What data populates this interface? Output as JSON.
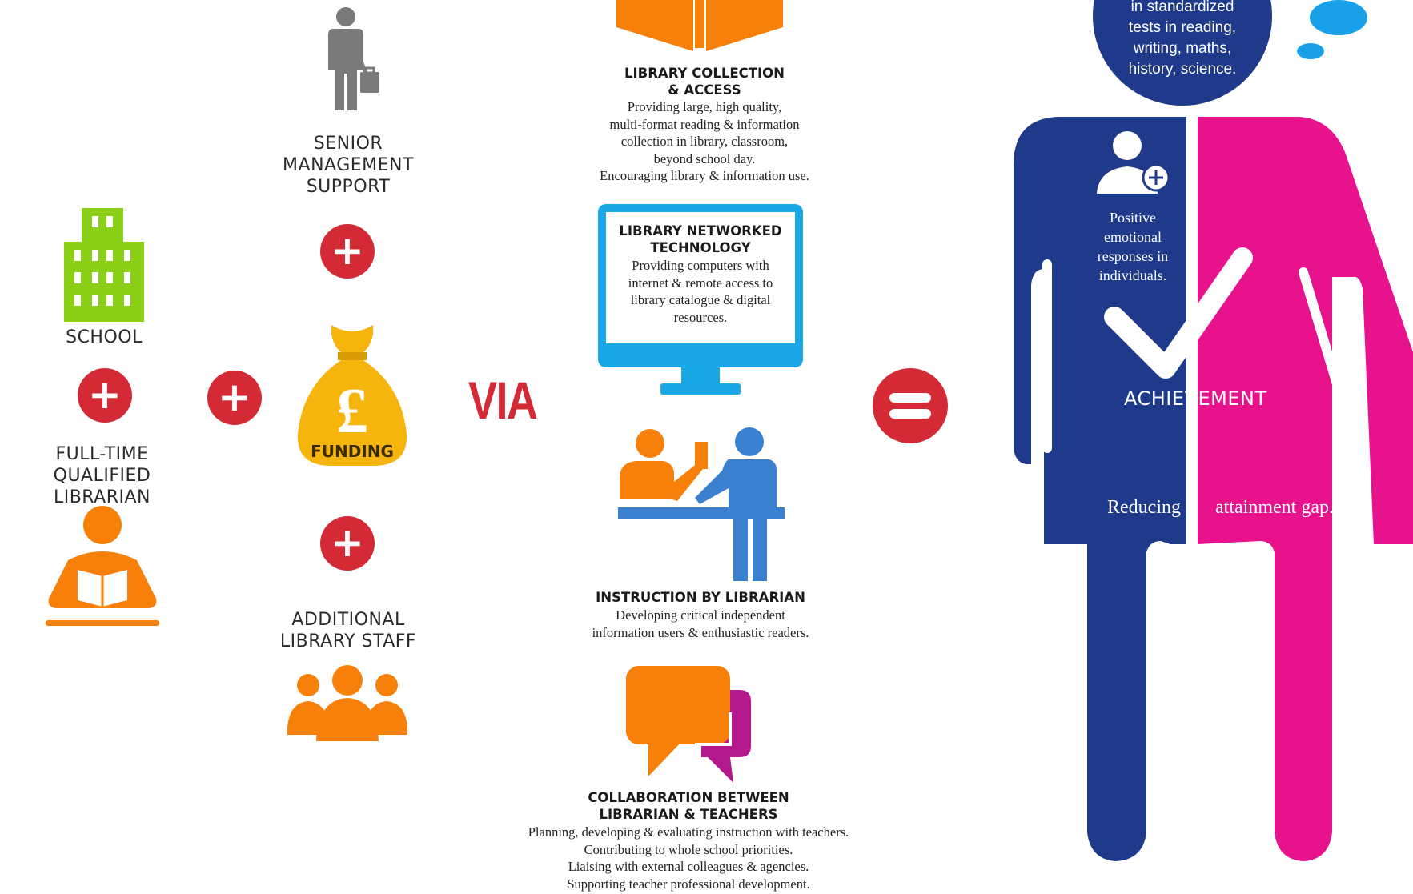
{
  "left": {
    "senior_management": "SENIOR\nMANAGEMENT\nSUPPORT",
    "school": "SCHOOL",
    "librarian": "FULL-TIME QUALIFIED\nLIBRARIAN",
    "funding": "FUNDING",
    "additional_staff": "ADDITIONAL\nLIBRARY STAFF",
    "plus_symbol": "+",
    "via": "VIA",
    "equals_symbol": "="
  },
  "middle": {
    "collection_title": "LIBRARY COLLECTION\n& ACCESS",
    "collection_desc": "Providing large, high quality,\nmulti-format reading & information\ncollection in library, classroom,\nbeyond school day.\nEncouraging library & information use.",
    "technology_title": "LIBRARY NETWORKED\nTECHNOLOGY",
    "technology_desc": "Providing computers with\ninternet & remote access to\nlibrary catalogue & digital\nresources.",
    "instruction_title": "INSTRUCTION BY LIBRARIAN",
    "instruction_desc": "Developing critical independent\ninformation users & enthusiastic readers.",
    "collaboration_title": "COLLABORATION BETWEEN\nLIBRARIAN & TEACHERS",
    "collaboration_desc": "Planning, developing & evaluating instruction with teachers.\nContributing to whole school priorities.\nLiaising with external colleagues & agencies.\nSupporting teacher professional development."
  },
  "right": {
    "head_text": "in standardized\ntests in reading,\nwriting, maths,\nhistory, science.",
    "emotional": "Positive\nemotional\nresponses in\nindividuals.",
    "achievement_left": "ACHIE",
    "achievement_right": "VEMENT",
    "reducing": "Reducing",
    "attainment": "attainment gap."
  },
  "colors": {
    "red": "#d42a35",
    "orange": "#f7800a",
    "green": "#8ccf17",
    "gold": "#f5b50d",
    "gray": "#7a7a7a",
    "blue_screen": "#1aa7e6",
    "navy": "#1f3a8a",
    "magenta": "#e8128c",
    "instruction_blue": "#3b7fcf",
    "purple": "#b3188c",
    "light_blue": "#1aa0e8"
  }
}
